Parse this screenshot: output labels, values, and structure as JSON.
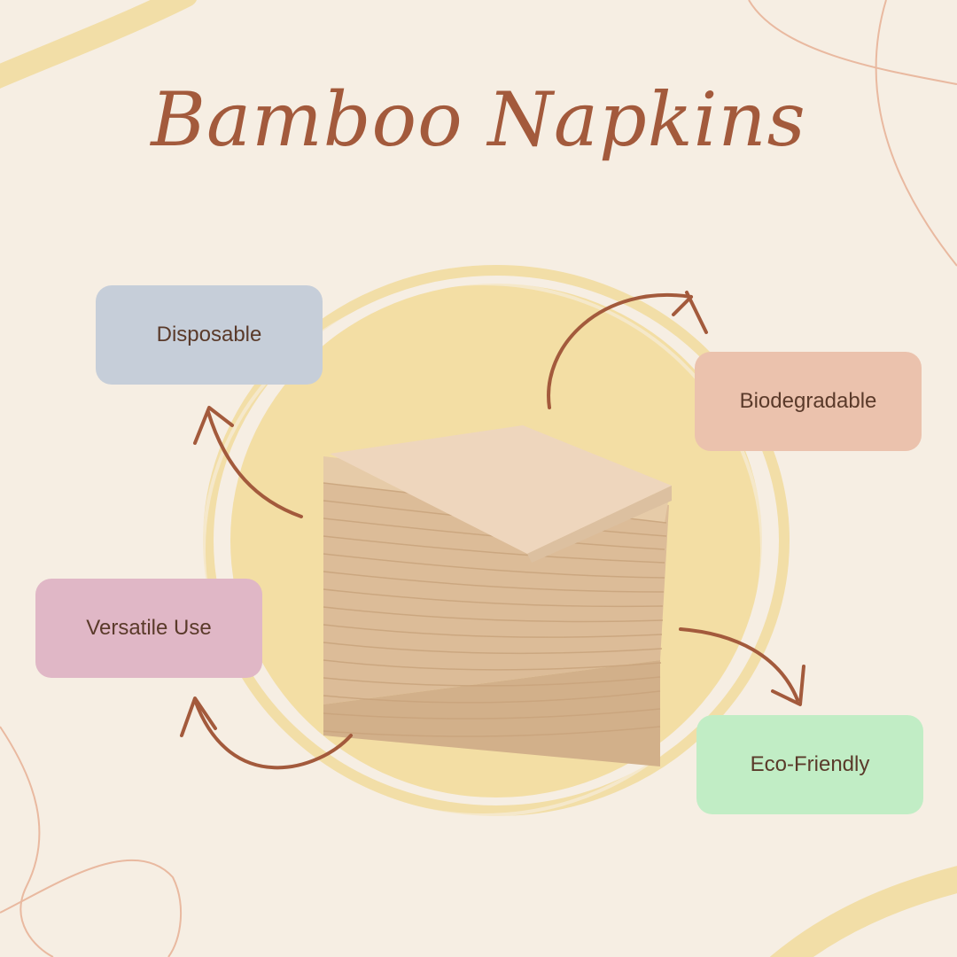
{
  "title": "Bamboo Napkins",
  "features": [
    {
      "label": "Disposable",
      "color": "#c6ced9"
    },
    {
      "label": "Biodegradable",
      "color": "#ebc2ad"
    },
    {
      "label": "Versatile Use",
      "color": "#e0b7c6"
    },
    {
      "label": "Eco-Friendly",
      "color": "#c1edc5"
    }
  ],
  "colors": {
    "background": "#f6eee3",
    "accent": "#a35a3c",
    "brush": "#f2dca0",
    "napkin": "#e6c8a4"
  },
  "icons": [
    "circular-arrow-icon",
    "brush-stroke-decoration",
    "napkin-stack-image"
  ]
}
